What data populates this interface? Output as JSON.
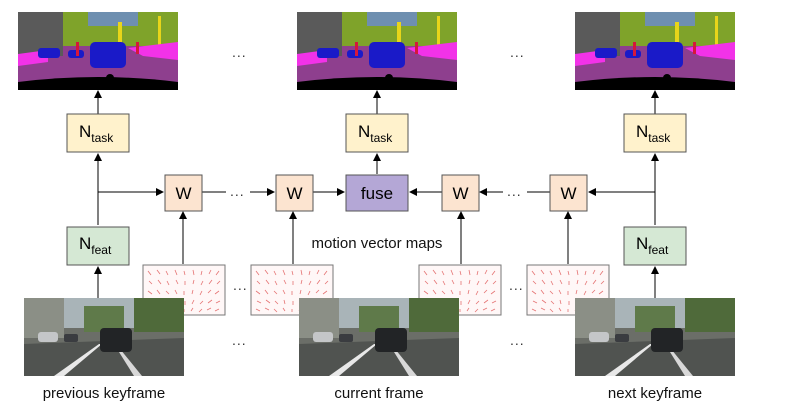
{
  "colors": {
    "task_box": "#FFF2CC",
    "task_border": "#555555",
    "feat_box": "#D5E8D4",
    "warp_box": "#FCE4D0",
    "fuse_box": "#B4A7D6",
    "arrow": "#000000",
    "flow_bg": "#FFF7F7",
    "flow_line": "#E57373",
    "seg_road": "#8E3F8E",
    "seg_sky": "#6E8FB0",
    "seg_building": "#5A5A5A",
    "seg_vegetation": "#7FA32A",
    "seg_car": "#1A1AC8",
    "seg_sidewalk": "#F232E8",
    "seg_sign": "#E8D51A",
    "seg_person": "#D4183C"
  },
  "nodes": {
    "task": {
      "main": "N",
      "sub": "task"
    },
    "feat": {
      "main": "N",
      "sub": "feat"
    },
    "warp": "W",
    "fuse": "fuse"
  },
  "labels": {
    "motion_vectors": "motion vector maps",
    "previous_keyframe": "previous keyframe",
    "current_frame": "current frame",
    "next_keyframe": "next keyframe",
    "ellipsis": "..."
  },
  "icons": {
    "segmentation": "segmentation-map-icon",
    "photo": "street-photo-icon",
    "motion": "motion-vector-map-icon"
  }
}
